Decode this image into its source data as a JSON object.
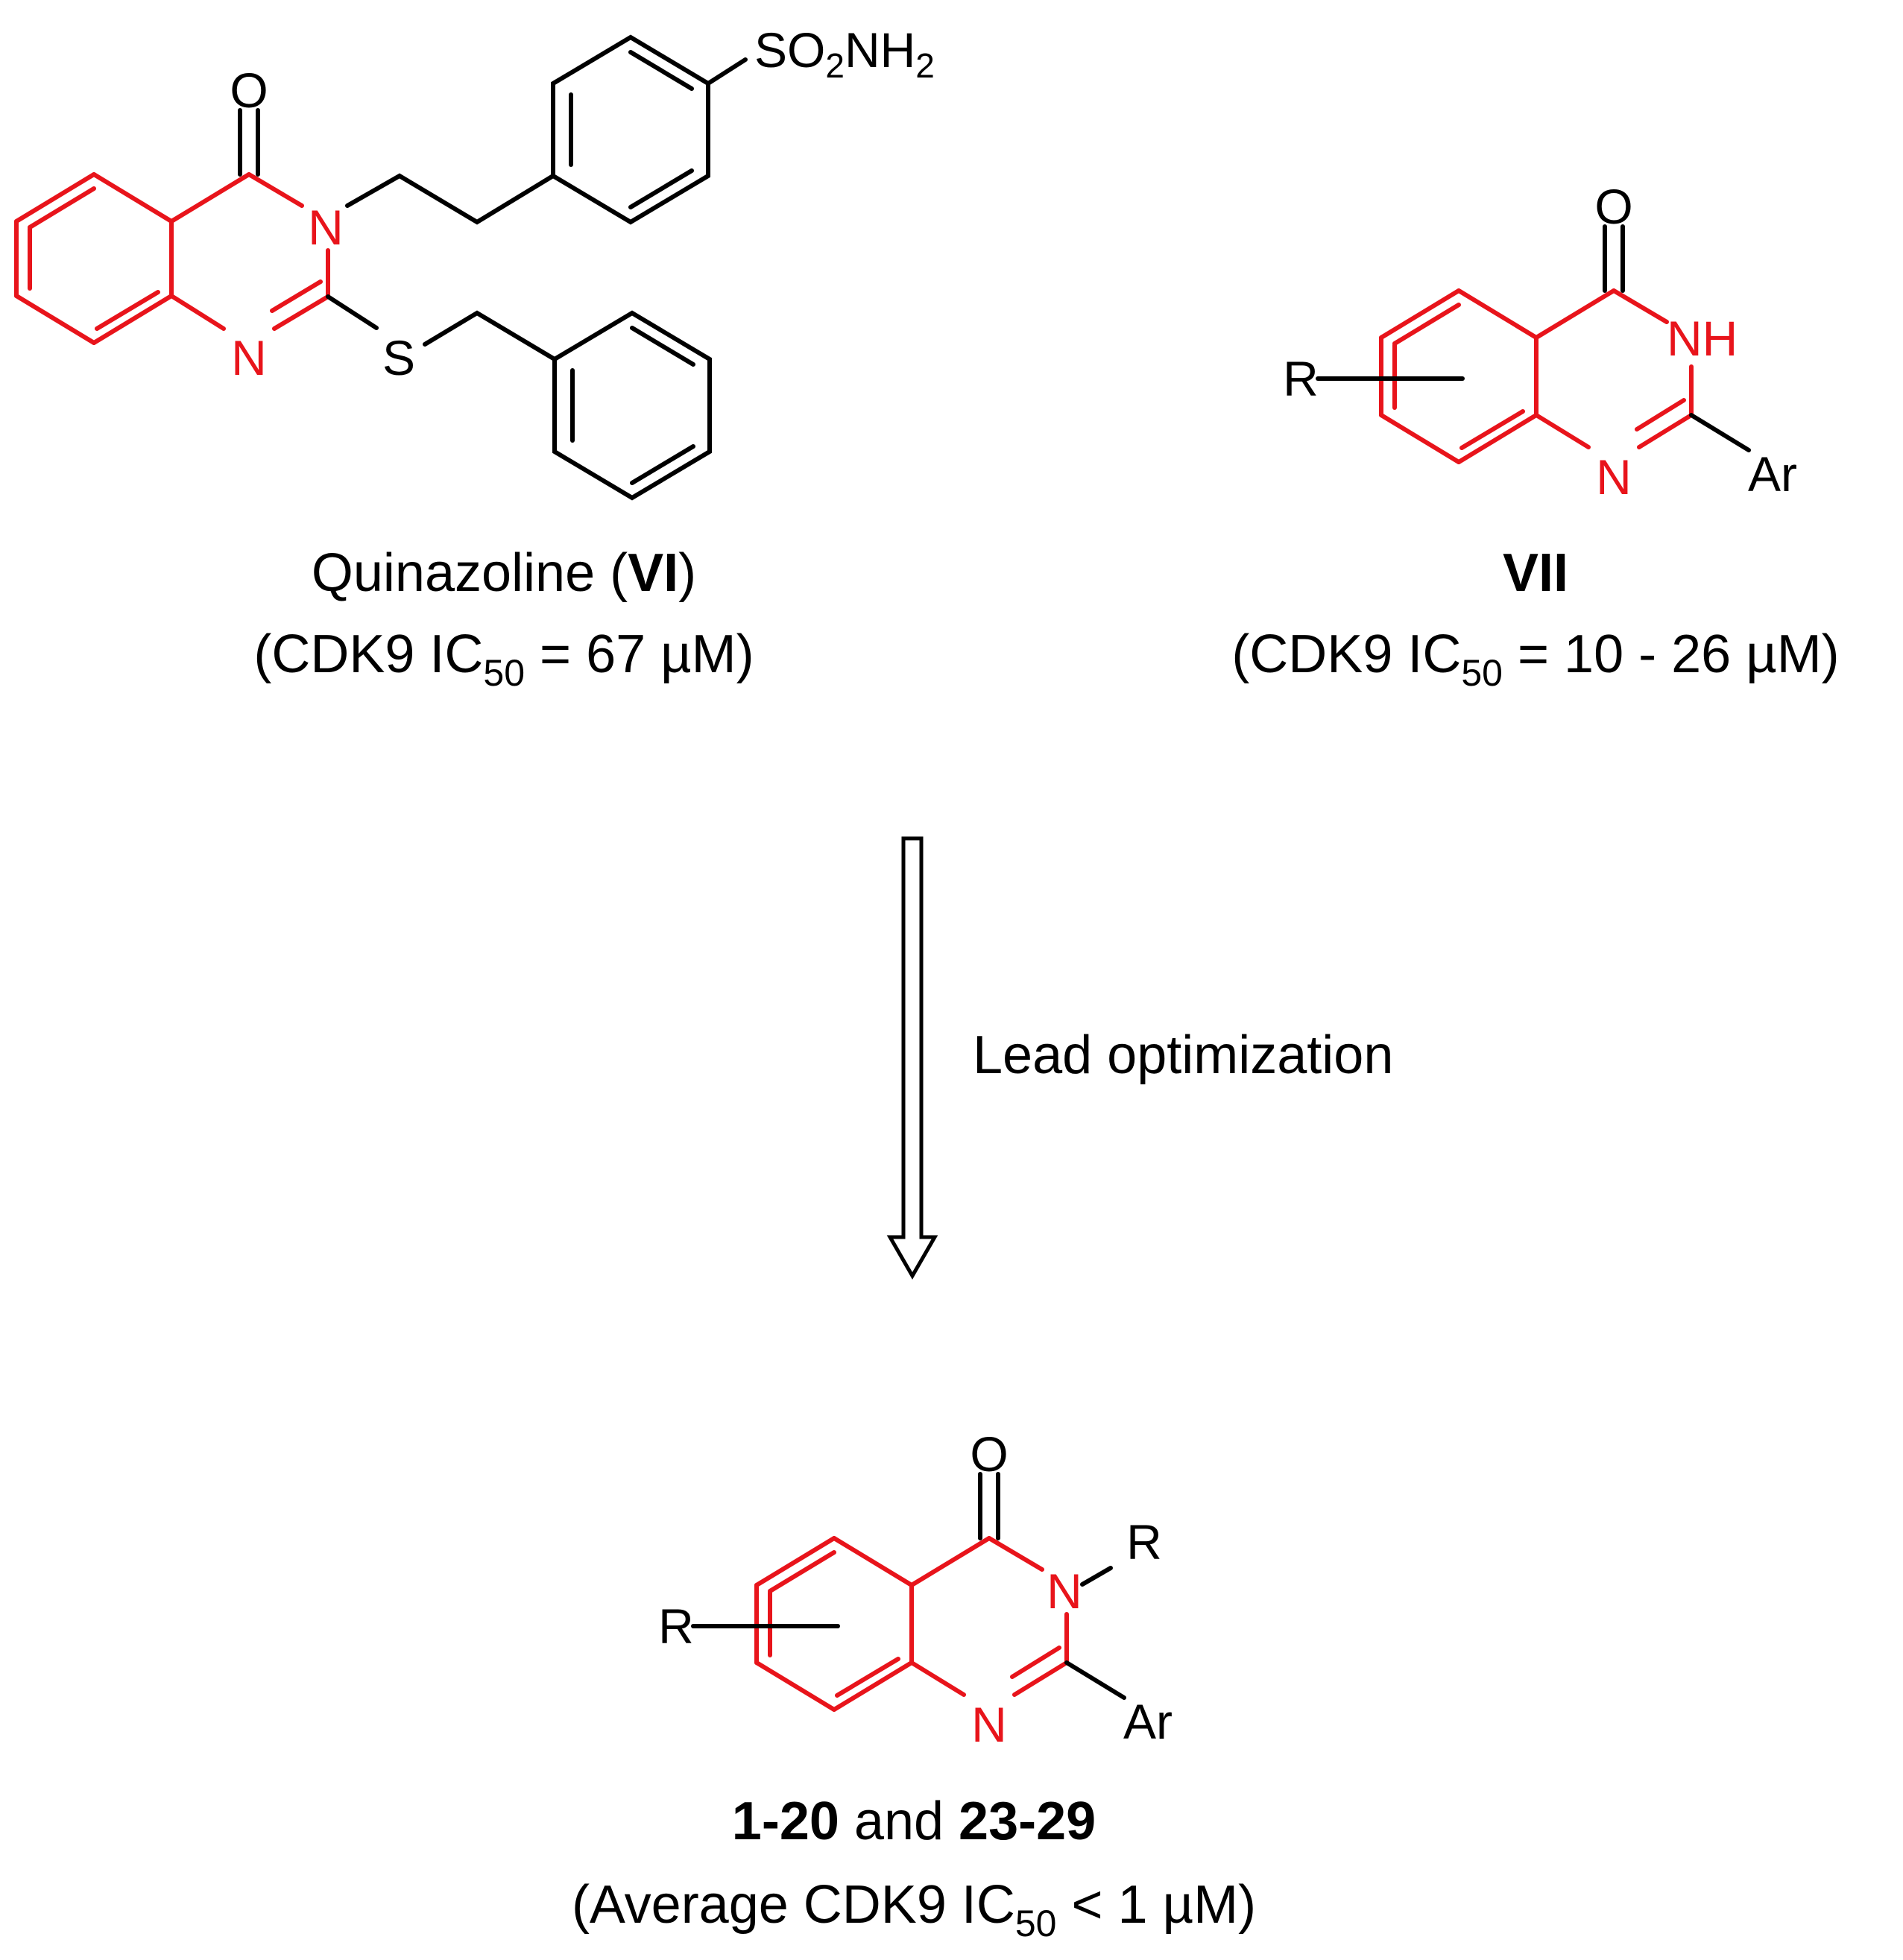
{
  "colors": {
    "scaffold": "#e8141b",
    "other": "#000000",
    "background": "#ffffff"
  },
  "compound_vi": {
    "atoms": {
      "O": "O",
      "N3": "N",
      "N1": "N",
      "S": "S",
      "sulfonamide_so": "SO",
      "sulfonamide_2a": "2",
      "sulfonamide_nh": "NH",
      "sulfonamide_2b": "2"
    },
    "name_prefix": "Quinazoline (",
    "name_bold": "VI",
    "name_suffix": ")",
    "activity_prefix": "(CDK9 IC",
    "activity_sub": "50",
    "activity_suffix": " = 67 µM)"
  },
  "compound_vii": {
    "atoms": {
      "O": "O",
      "NH": "NH",
      "N1": "N",
      "R": "R",
      "Ar": "Ar"
    },
    "name_bold": "VII",
    "activity_prefix": "(CDK9 IC",
    "activity_sub": "50",
    "activity_suffix": " = 10 - 26 µM)"
  },
  "arrow": {
    "label": "Lead optimization"
  },
  "compound_final": {
    "atoms": {
      "O": "O",
      "N3": "N",
      "N1": "N",
      "R_N": "R",
      "R_ring": "R",
      "Ar": "Ar"
    },
    "name_bold_a": "1-20",
    "name_mid": " and ",
    "name_bold_b": "23-29",
    "activity_prefix": "(Average CDK9 IC",
    "activity_sub": "50",
    "activity_suffix": " < 1 µM)"
  }
}
